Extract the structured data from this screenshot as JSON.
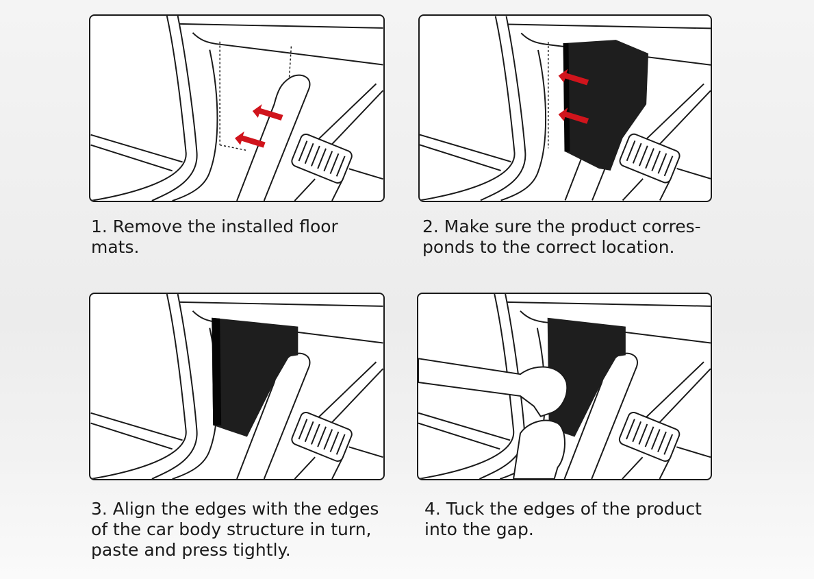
{
  "steps": [
    {
      "lines": [
        "1. Remove the installed floor",
        "mats."
      ]
    },
    {
      "lines": [
        "2. Make sure the product corres-",
        "ponds to the correct location."
      ]
    },
    {
      "lines": [
        "3. Align the edges with the edges",
        "of the car body structure in turn,",
        "paste and press tightly."
      ]
    },
    {
      "lines": [
        "4. Tuck the edges of the product",
        "into the gap."
      ]
    }
  ],
  "colors": {
    "arrow": "#d0141c",
    "product": "#1e1e1e",
    "outline": "#1a1a1a"
  }
}
